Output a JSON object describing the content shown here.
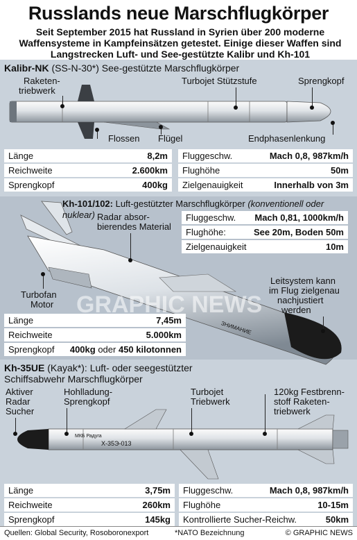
{
  "title": "Russlands neue Marschflugkörper",
  "intro": "Seit September 2015 hat Russland in Syrien über 200 moderne Waffensysteme in Kampfeinsätzen getestet. Einige dieser Waffen sind Langstrecken Luft- und See-gestützte Kalibr und Kh-101 Marschflugkörper",
  "kalibr": {
    "name": "Kalibr-NK",
    "desc": " (SS-N-30*) See-gestützte Marschflugkörper",
    "labels": {
      "raketen": "Raketen-",
      "triebwerk": "triebwerk",
      "turbojet": "Turbojet Stützstufe",
      "sprengkopf": "Sprengkopf",
      "flossen": "Flossen",
      "fluegel": "Flügel",
      "endphase": "Endphasenlenkung"
    },
    "left": [
      {
        "k": "Länge",
        "v": "8,2m"
      },
      {
        "k": "Reichweite",
        "v": "2.600km"
      },
      {
        "k": "Sprengkopf",
        "v": "400kg"
      }
    ],
    "right": [
      {
        "k": "Fluggeschw.",
        "v": "Mach 0,8, 987km/h"
      },
      {
        "k": "Flughöhe",
        "v": "50m"
      },
      {
        "k": "Zielgenauigkeit",
        "v": "Innerhalb von 3m"
      }
    ]
  },
  "kh101": {
    "name": "Kh-101/102:",
    "desc": " Luft-gestützter Marschflugkörper ",
    "desc_italic": "(konventionell oder nuklear)",
    "labels": {
      "radar1": "Radar absor-",
      "radar2": "bierendes Material",
      "turbofan1": "Turbofan",
      "turbofan2": "Motor",
      "leit1": "Leitsystem kann",
      "leit2": "im Flug zielgenau",
      "leit3": "nachjustiert",
      "leit4": "werden",
      "marking": "ЗНИМАНИЕ"
    },
    "right": [
      {
        "k": "Fluggeschw.",
        "v": "Mach 0,81, 1000km/h"
      },
      {
        "k": "Flughöhe:",
        "v": "See 20m, Boden 50m"
      },
      {
        "k": "Zielgenauigkeit",
        "v": "10m"
      }
    ],
    "left": [
      {
        "k": "Länge",
        "v": "7,45m"
      },
      {
        "k": "Reichweite",
        "v": "5.000km"
      }
    ],
    "spreng_k": "Sprengkopf",
    "spreng_v1": "400kg",
    "spreng_or": " oder ",
    "spreng_v2": "450 kilotonnen"
  },
  "kh35": {
    "name": "Kh-35UE",
    "desc1": " (Kayak*): Luft- oder seegestützter",
    "desc2": "Schiffsabwehr  Marschflugkörper",
    "labels": {
      "aktiver1": "Aktiver",
      "aktiver2": "Radar",
      "aktiver3": "Sucher",
      "hohl1": "Hohlladung-",
      "hohl2": "Sprengkopf",
      "turbojet1": "Turbojet",
      "turbojet2": "Triebwerk",
      "fest1": "120kg Festbrenn-",
      "fest2": "stoff Raketen-",
      "fest3": "triebwerk",
      "marking1": "X-35Э-013",
      "marking2": "МКБ Радуга"
    },
    "left": [
      {
        "k": "Länge",
        "v": "3,75m"
      },
      {
        "k": "Reichweite",
        "v": "260km"
      },
      {
        "k": "Sprengkopf",
        "v": "145kg"
      }
    ],
    "right": [
      {
        "k": "Fluggeschw.",
        "v": "Mach 0,8, 987km/h"
      },
      {
        "k": "Flughöhe",
        "v": "10-15m"
      },
      {
        "k": "Kontrollierte Sucher-Reichw.",
        "v": "50km"
      }
    ]
  },
  "watermark": "GRAPHIC NEWS",
  "footer": {
    "sources": "Quellen: Global Security, Rosoboronexport",
    "note": "*NATO Bezeichnung",
    "credit": "© GRAPHIC NEWS"
  },
  "colors": {
    "band": "#c9d2db",
    "missile": "#e9ecef",
    "nose": "#1b1b1b"
  }
}
